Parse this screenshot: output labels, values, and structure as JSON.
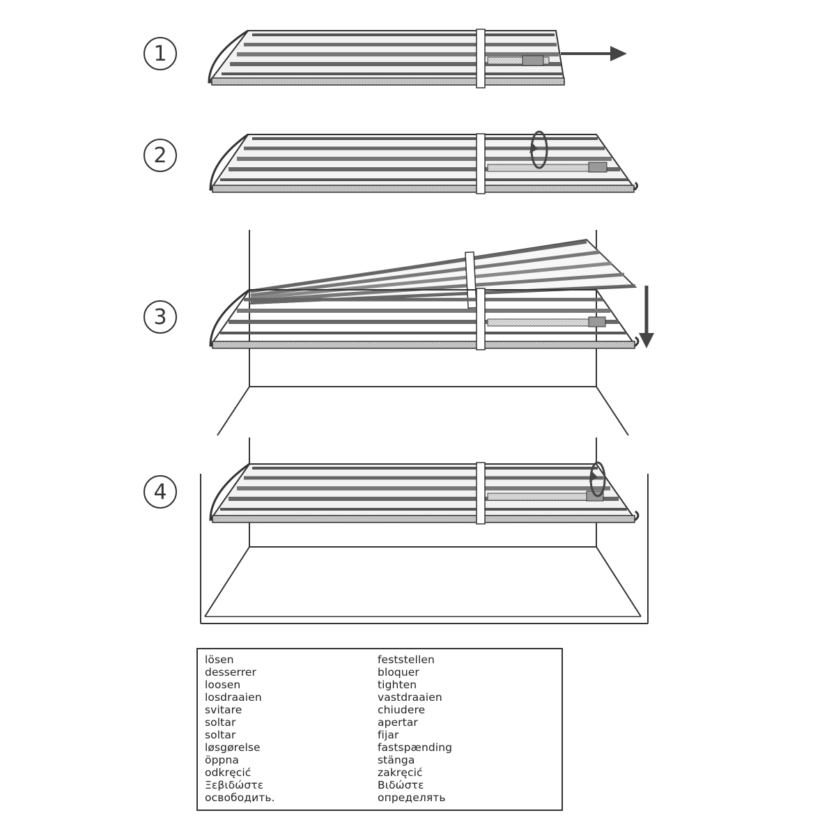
{
  "steps": [
    {
      "number": "1",
      "icon": "arrow-right-icon"
    },
    {
      "number": "2",
      "icon": "rotate-arrow-icon"
    },
    {
      "number": "3",
      "icon": "arrow-down-icon"
    },
    {
      "number": "4",
      "icon": "rotate-arrow-icon"
    }
  ],
  "legend": {
    "loosen": {
      "icon": "counterclockwise-arrow-icon",
      "labels": [
        "lösen",
        "desserrer",
        "loosen",
        "losdraaien",
        "svitare",
        "soltar",
        "soltar",
        "løsgørelse",
        "öppna",
        "odkręcić",
        "Ξεβιδώστε",
        "освободить."
      ]
    },
    "tighten": {
      "icon": "clockwise-arrow-icon",
      "labels": [
        "feststellen",
        "bloquer",
        "tighten",
        "vastdraaien",
        "chiudere",
        "apertar",
        "fijar",
        "fastspænding",
        "stänga",
        "zakręcić",
        "Βιδώστε",
        "определять"
      ]
    }
  },
  "colors": {
    "line": "#333333",
    "fill": "#bdbdbd",
    "paper": "#ffffff"
  }
}
